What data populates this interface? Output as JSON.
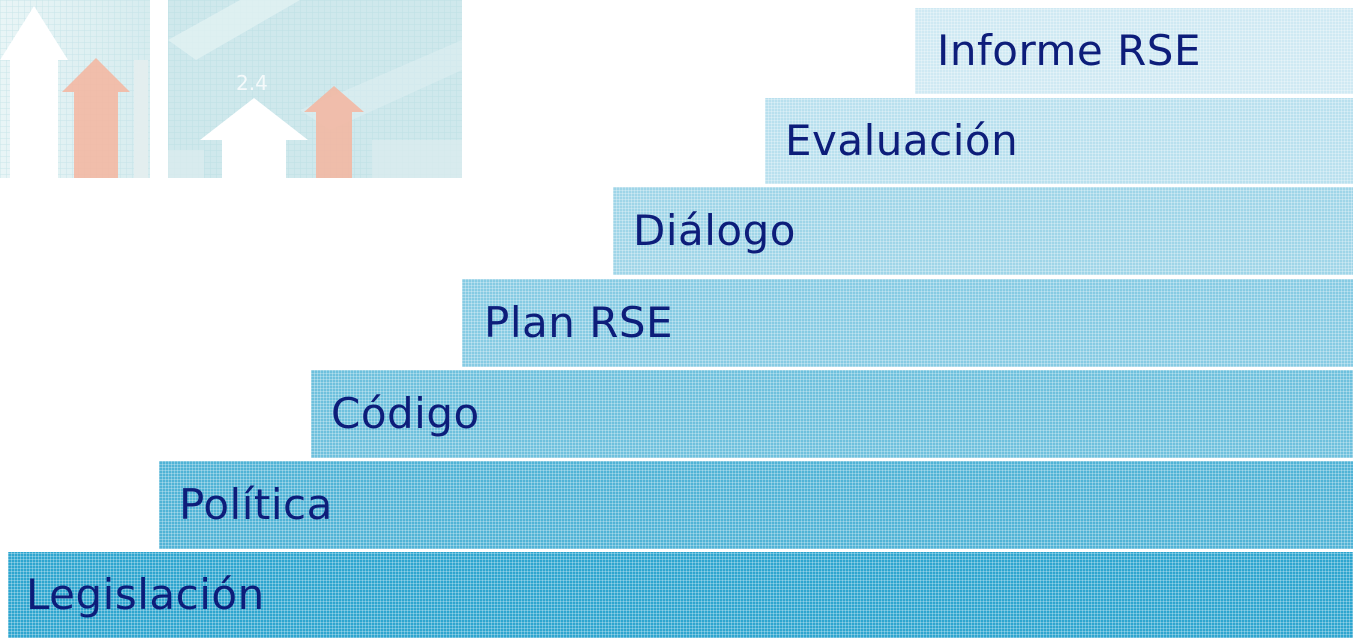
{
  "diagram": {
    "steps": [
      {
        "id": "informe",
        "label": "Informe RSE"
      },
      {
        "id": "evaluacion",
        "label": "Evaluación"
      },
      {
        "id": "dialogo",
        "label": "Diálogo"
      },
      {
        "id": "plan",
        "label": "Plan RSE"
      },
      {
        "id": "codigo",
        "label": "Código"
      },
      {
        "id": "politica",
        "label": "Política"
      },
      {
        "id": "legislacion",
        "label": "Legislación"
      }
    ]
  },
  "decor": {
    "number_label": "2.4",
    "colors": {
      "arrow_white": "#ffffff",
      "arrow_orange": "#f3b39a",
      "panel_teal": "#cfe9ec"
    }
  }
}
